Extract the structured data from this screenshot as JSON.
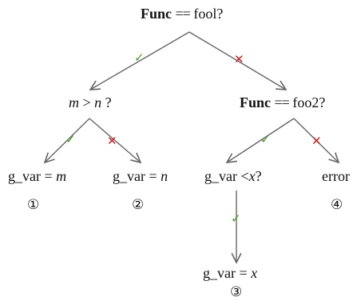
{
  "root": {
    "keyword": "Func",
    "op": "==",
    "value": "fool?"
  },
  "cond_left": {
    "a": "m",
    "op": ">",
    "b": "n",
    "q": "?"
  },
  "cond_right": {
    "keyword": "Func",
    "op": "==",
    "value": "foo2?"
  },
  "cond_inner": {
    "var": "g_var",
    "op": "<",
    "b": "x",
    "q": "?"
  },
  "leaf1": {
    "var": "g_var",
    "op": "=",
    "val": "m",
    "number": "①"
  },
  "leaf2": {
    "var": "g_var",
    "op": "=",
    "val": "n",
    "number": "②"
  },
  "leaf3": {
    "var": "g_var",
    "op": "=",
    "val": "x",
    "number": "③"
  },
  "leaf4": {
    "text": "error",
    "number": "④"
  },
  "markers": {
    "yes": "✓",
    "no": "✕"
  },
  "colors": {
    "yes": "#4a9a2a",
    "no": "#c02020",
    "edge": "#666666"
  }
}
